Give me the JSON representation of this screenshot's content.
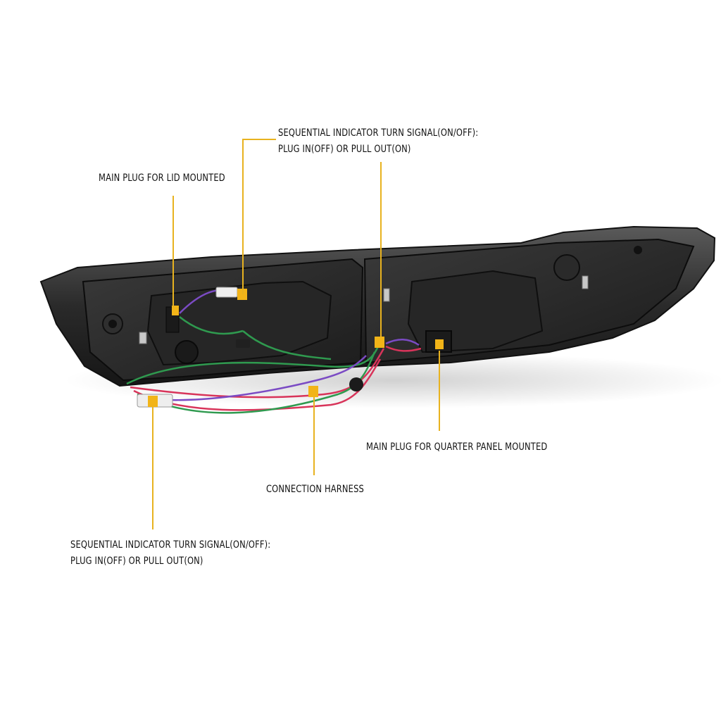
{
  "image": {
    "subject": "tail-light-rear-view-icon",
    "background": "#ffffff",
    "leader_color": "#e8b21f"
  },
  "callouts": {
    "seq_top": {
      "line1": "SEQUENTIAL INDICATOR TURN SIGNAL(ON/OFF):",
      "line2": "PLUG IN(OFF) OR PULL OUT(ON)"
    },
    "lid_plug": {
      "line1": "MAIN PLUG FOR LID MOUNTED"
    },
    "quarter_plug": {
      "line1": "MAIN PLUG FOR QUARTER PANEL MOUNTED"
    },
    "harness": {
      "line1": "CONNECTION HARNESS"
    },
    "seq_bottom": {
      "line1": "SEQUENTIAL INDICATOR TURN SIGNAL(ON/OFF):",
      "line2": "PLUG IN(OFF) OR PULL OUT(ON)"
    }
  }
}
